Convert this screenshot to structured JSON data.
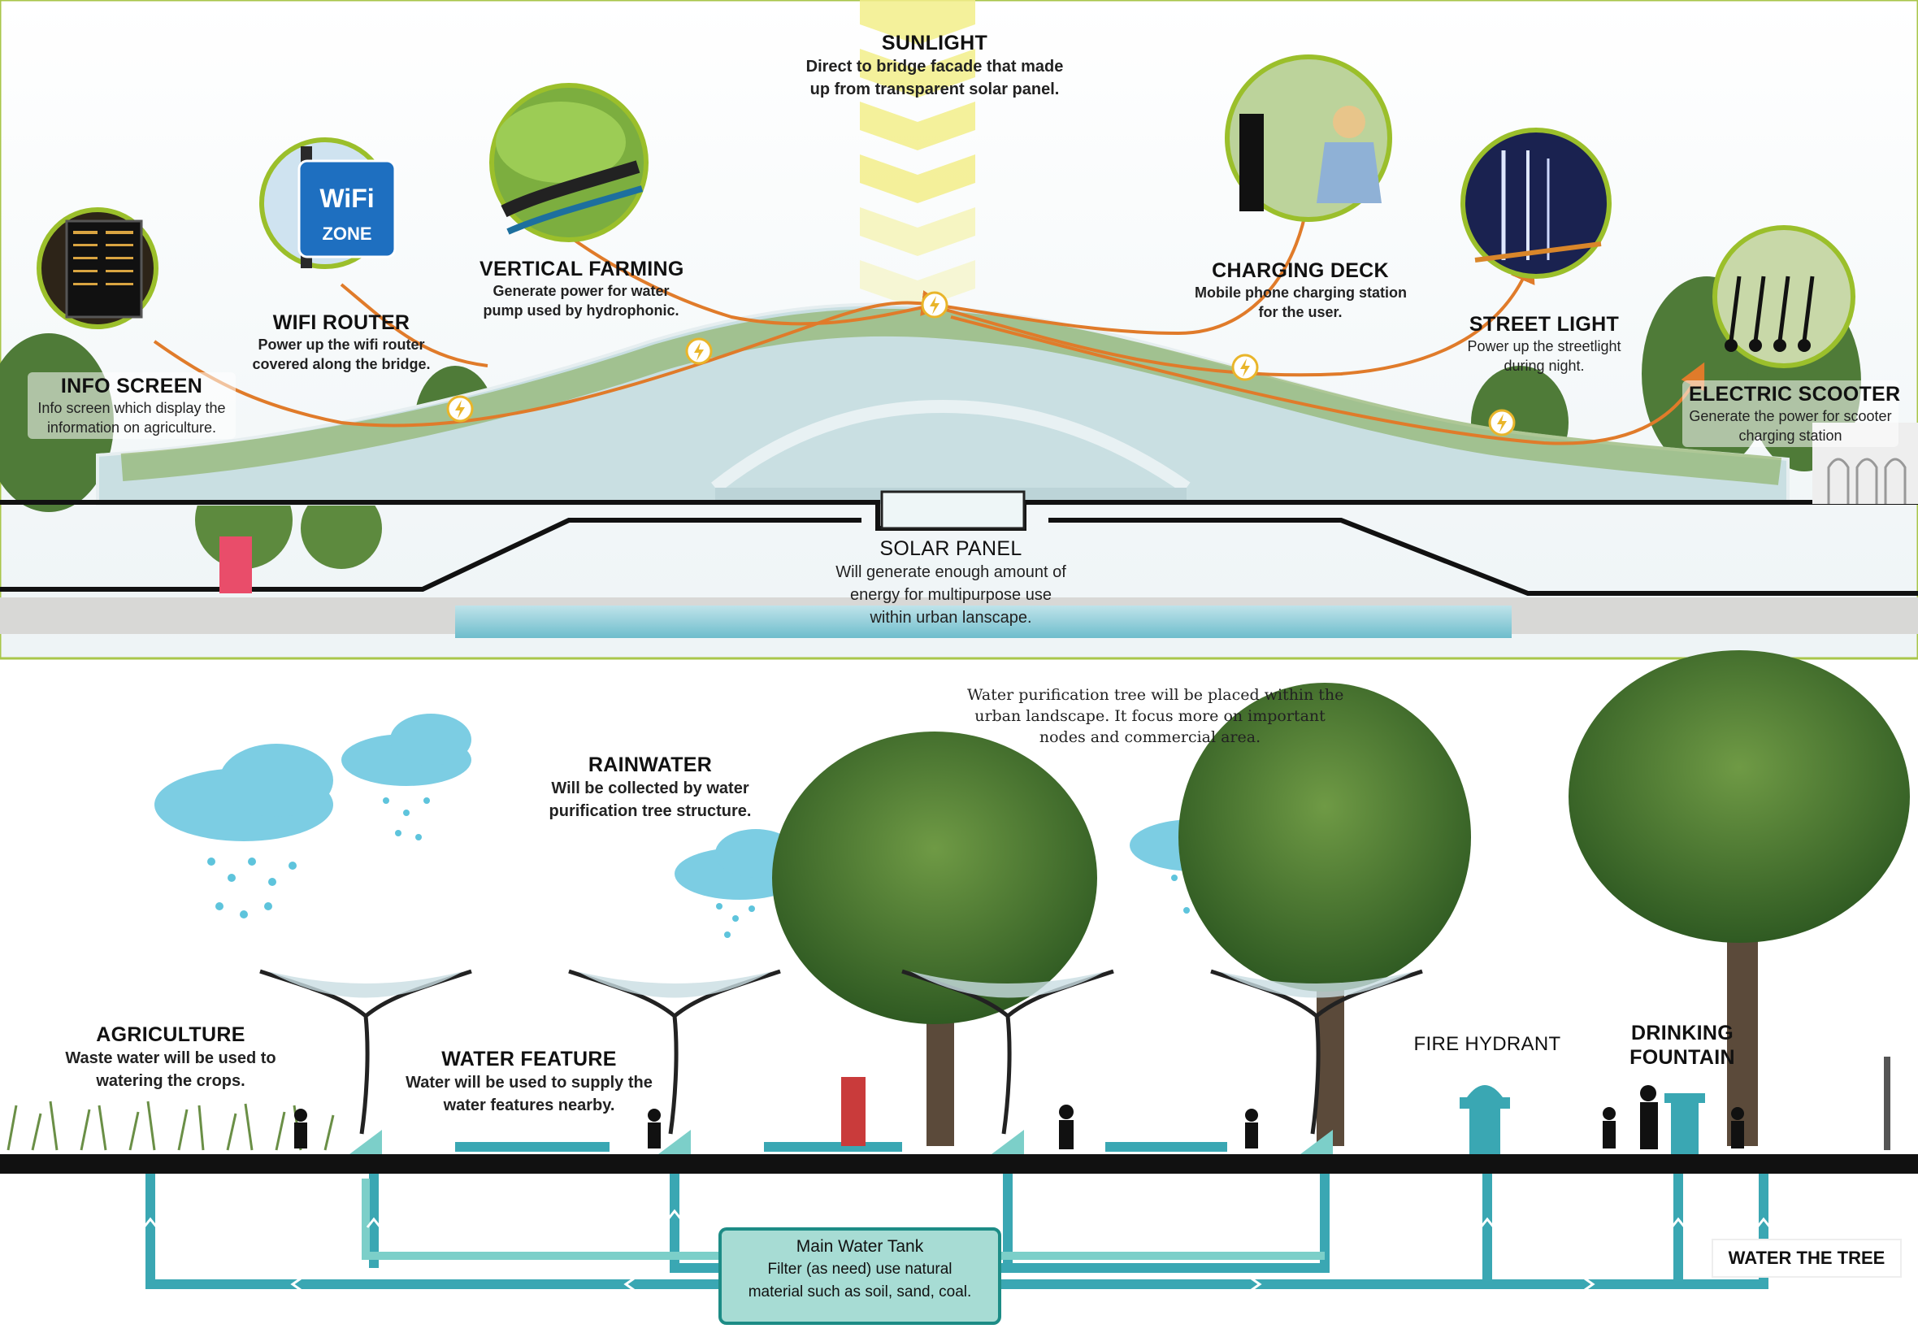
{
  "top": {
    "sunlight": {
      "title": "SUNLIGHT",
      "body1": "Direct to bridge facade that made",
      "body2": "up from transparent solar panel."
    },
    "info_screen": {
      "title": "INFO SCREEN",
      "body1": "Info screen which display the",
      "body2": "information on agriculture."
    },
    "wifi_router": {
      "title": "WIFI ROUTER",
      "body1": "Power up the wifi router",
      "body2": "covered along the bridge.",
      "sign_text1": "WiFi",
      "sign_text2": "ZONE"
    },
    "vertical_farming": {
      "title": "VERTICAL FARMING",
      "body1": "Generate power for water",
      "body2": "pump used by hydrophonic."
    },
    "charging_deck": {
      "title": "CHARGING DECK",
      "body1": "Mobile phone charging station",
      "body2": "for the user."
    },
    "street_light": {
      "title": "STREET LIGHT",
      "body1": "Power up the streetlight",
      "body2": "during night."
    },
    "electric_scooter": {
      "title": "ELECTRIC SCOOTER",
      "body1": "Generate the power for scooter",
      "body2": "charging station"
    },
    "solar_panel": {
      "title": "SOLAR PANEL",
      "body1": "Will generate enough amount of",
      "body2": "energy for multipurpose use",
      "body3": "within urban lanscape."
    }
  },
  "bottom": {
    "tree_note": {
      "body1": "Water purification tree will be placed within the",
      "body2": "urban landscape. It focus more on important",
      "body3": "nodes and commercial area."
    },
    "rainwater": {
      "title": "RAINWATER",
      "body1": "Will be collected by water",
      "body2": "purification tree structure."
    },
    "agriculture": {
      "title": "AGRICULTURE",
      "body1": "Waste water will be used to",
      "body2": "watering the crops."
    },
    "water_feature": {
      "title": "WATER FEATURE",
      "body1": "Water will be used to supply the",
      "body2": "water features nearby."
    },
    "fire_hydrant": {
      "title": "FIRE HYDRANT"
    },
    "drinking_fountain": {
      "title1": "DRINKING",
      "title2": "FOUNTAIN"
    },
    "main_tank": {
      "title": "Main Water Tank",
      "body1": "Filter (as need) use natural",
      "body2": "material such as soil, sand, coal."
    },
    "water_the_tree": {
      "title": "WATER THE TREE"
    }
  },
  "colors": {
    "energy_line": "#e07b2a",
    "water_pipe": "#3aa7b3",
    "pipe_light": "#7ccfc9",
    "frame_green": "#9bbf2b",
    "sun_yellow": "#f3ef8a",
    "rain_blue": "#5ec4dc"
  }
}
